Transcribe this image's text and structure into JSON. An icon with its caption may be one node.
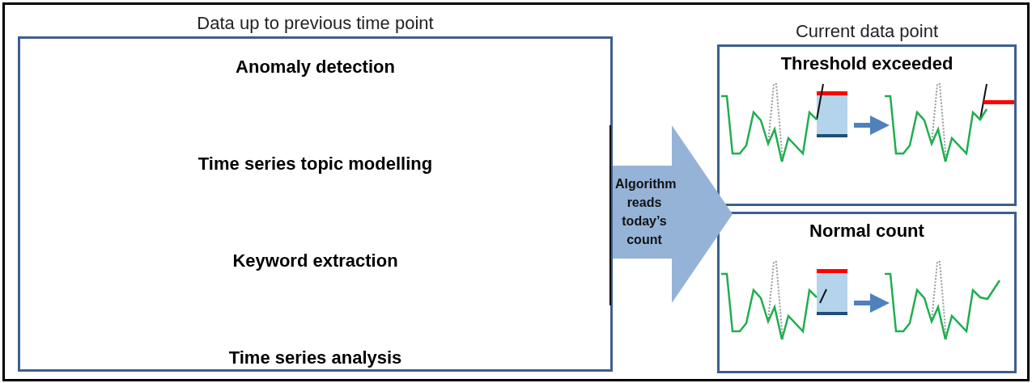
{
  "diagram": {
    "nodes": [
      {
        "text": [
          "Data up to previous time point",
          "Anomaly detection",
          "Time series topic modelling",
          "Keyword extraction",
          "Time series analysis"
        ]
      },
      {
        "text": [
          "Current data point",
          "Threshold exceeded"
        ]
      },
      {
        "text": [],
        "shape": "picture",
        "in": 1
      },
      {
        "text": [],
        "shape": "picture",
        "in": 1
      },
      {
        "text": [
          "Normal count"
        ]
      },
      {
        "text": [],
        "shape": "picture",
        "in": 4
      },
      {
        "text": [],
        "shape": "picture",
        "in": 4
      }
    ],
    "edges": [
      {
        "from": 0,
        "to": 1,
        "arrow": "to",
        "label": "Algorithm reads today’s count"
      },
      {
        "from": 0,
        "to": 4,
        "arrow": "to"
      },
      {
        "from": 2,
        "to": 3,
        "arrow": "to"
      },
      {
        "from": 5,
        "to": 6,
        "arrow": "to"
      }
    ]
  }
}
